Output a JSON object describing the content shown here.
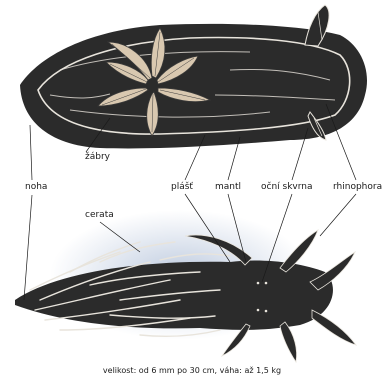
{
  "labels": {
    "zabry": "žábry",
    "noha": "noha",
    "plast": "plášť",
    "mantl": "mantl",
    "ocni_skvrna": "oční skvrna",
    "rhinophora": "rhinophora",
    "cerata": "cerata"
  },
  "footer": "velikost: od 6 mm po 30 cm, váha: až 1,5 kg",
  "colors": {
    "body_dark": "#2b2b2b",
    "body_mid": "#3a3a3a",
    "line_light": "#e8e4dc",
    "gill_fill": "#d9c8b0",
    "shadow_blue": "#b8c6dc",
    "leader": "#1a1a1a"
  }
}
